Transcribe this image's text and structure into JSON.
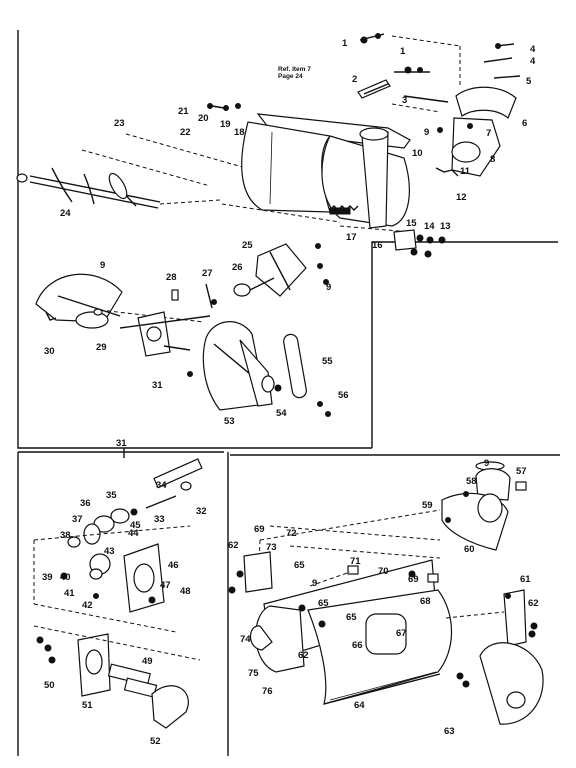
{
  "ref_note": {
    "line1": "Ref. Item 7",
    "line2": "Page 24"
  },
  "labels": [
    "1",
    "1",
    "2",
    "3",
    "4",
    "4",
    "5",
    "6",
    "7",
    "8",
    "9",
    "10",
    "11",
    "12",
    "13",
    "14",
    "15",
    "16",
    "17",
    "18",
    "19",
    "20",
    "21",
    "22",
    "23",
    "24",
    "25",
    "26",
    "27",
    "28",
    "9",
    "9",
    "29",
    "30",
    "31",
    "53",
    "54",
    "55",
    "56",
    "31",
    "32",
    "33",
    "34",
    "35",
    "36",
    "37",
    "38",
    "39",
    "40",
    "41",
    "42",
    "43",
    "44",
    "45",
    "46",
    "47",
    "48",
    "49",
    "50",
    "51",
    "52",
    "57",
    "58",
    "59",
    "60",
    "61",
    "62",
    "62",
    "62",
    "63",
    "64",
    "65",
    "65",
    "65",
    "66",
    "67",
    "68",
    "69",
    "69",
    "70",
    "71",
    "72",
    "73",
    "74",
    "75",
    "76",
    "9",
    "9"
  ]
}
